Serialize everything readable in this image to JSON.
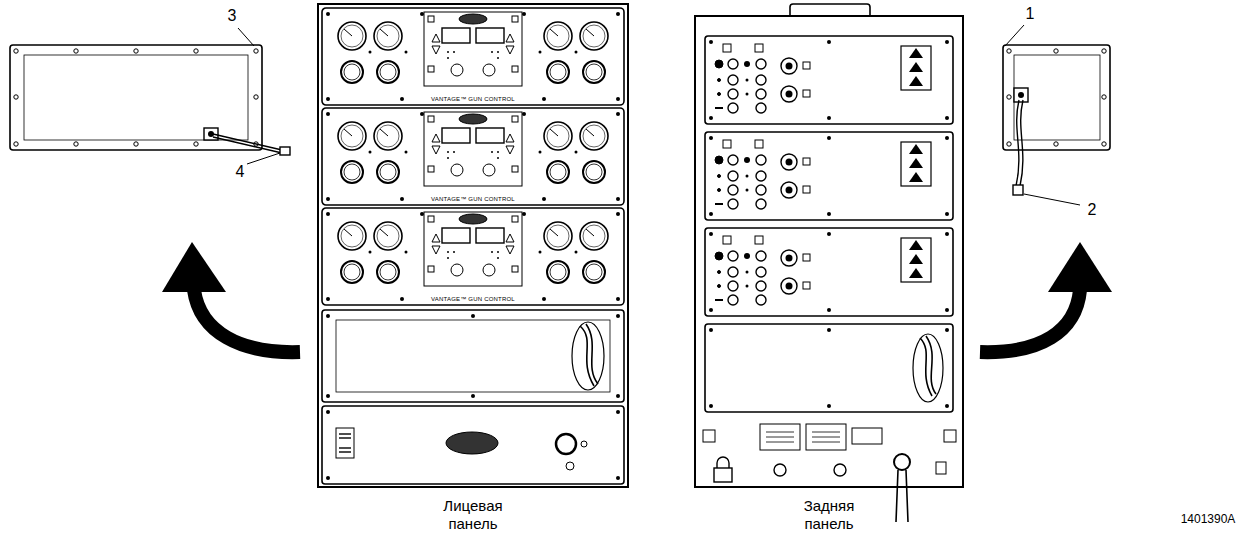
{
  "diagram": {
    "nodes": [
      {
        "text": [
          "Лицевая панель"
        ]
      },
      {
        "text": [
          "Задняя панель"
        ]
      }
    ],
    "labels": [
      "3",
      "4",
      "VANTAGE™ GUN CONTROL",
      "VANTAGE™ GUN CONTROL",
      "VANTAGE™ GUN CONTROL",
      "1",
      "2",
      "1401390A"
    ]
  }
}
